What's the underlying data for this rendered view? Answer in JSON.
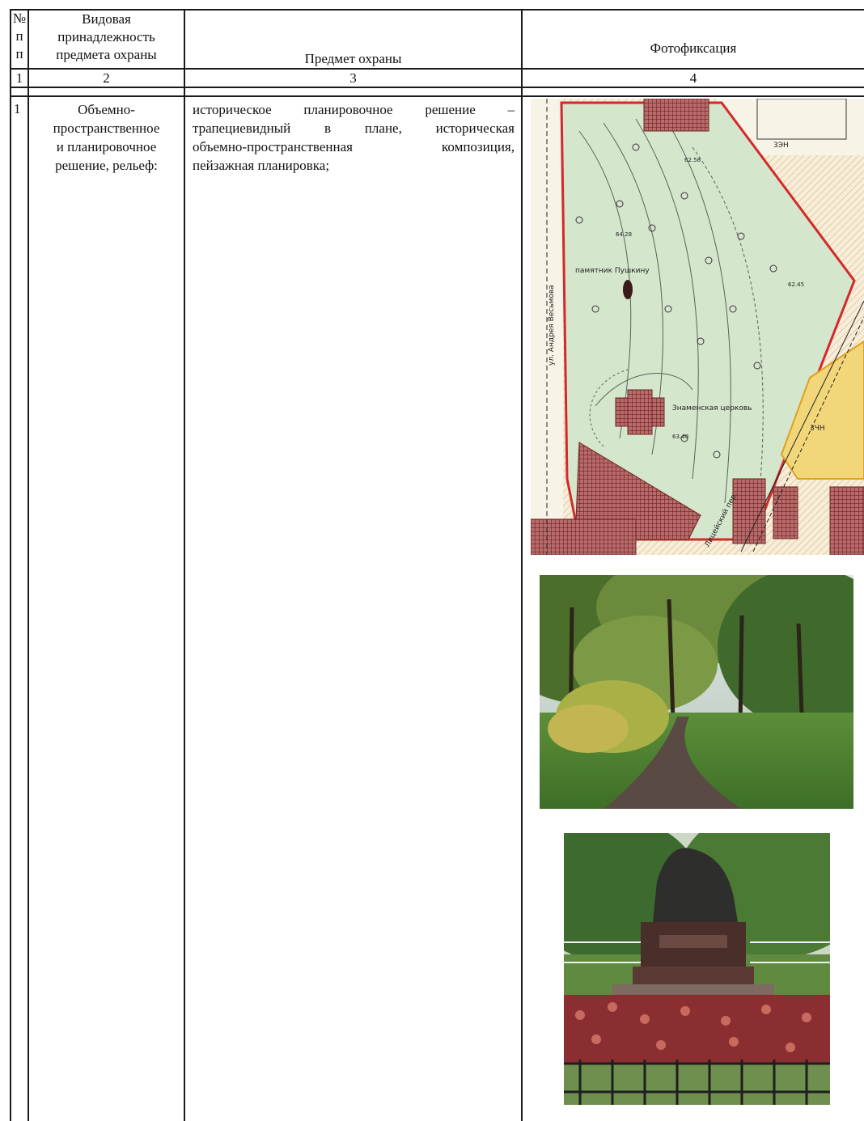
{
  "table": {
    "headers": {
      "col1": [
        "№",
        "п",
        "п"
      ],
      "col2": [
        "Видовая",
        "принадлежность",
        "предмета охраны"
      ],
      "col3": "Предмет охраны",
      "col4": "Фотофиксация"
    },
    "numbers": {
      "c1": "1",
      "c2": "2",
      "c3": "3",
      "c4": "4"
    },
    "row": {
      "num": "1",
      "kind": [
        "Объемно-",
        "пространственное",
        "и планировочное",
        "решение, рельеф:"
      ],
      "subject": [
        "историческое планировочное решение –",
        "трапециевидный в плане, историческая",
        "объемно-пространственная композиция,",
        "пейзажная планировка;"
      ]
    }
  },
  "map_labels": {
    "street_left": "ул. Андрея Весьмова",
    "street_bottom": "Лицейский пер.",
    "church": "Знаменская церковь",
    "monument": "памятник Пушкину",
    "code1": "3ЭН",
    "code2": "3ЧН",
    "elev1": "62.58",
    "elev2": "62.45",
    "elev3": "64.28",
    "elev4": "63.40"
  },
  "colors": {
    "map_green": "#d4e6cc",
    "boundary_red": "#d22a2a",
    "hatch_brown": "#8a3a3a",
    "yellow_zone": "#f2c34a"
  }
}
